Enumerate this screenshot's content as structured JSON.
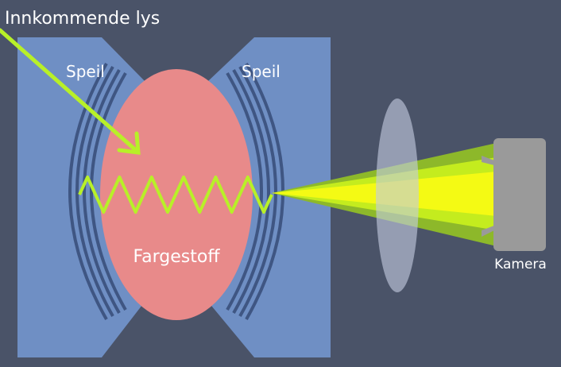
{
  "labels": {
    "incoming_light": "Innkommende lys",
    "mirror_left": "Speil",
    "mirror_right": "Speil",
    "dye": "Fargestoff",
    "camera": "Kamera"
  },
  "colors": {
    "background": "#4a5368",
    "mirror_fill": "#6f8fc4",
    "mirror_lines": "#3f5683",
    "dye_fill": "#e88a8a",
    "light_green": "#b8f028",
    "beam_yellow": "#f4fa14",
    "lens": "#b6bdd4",
    "camera_body": "#9a9a9a"
  }
}
